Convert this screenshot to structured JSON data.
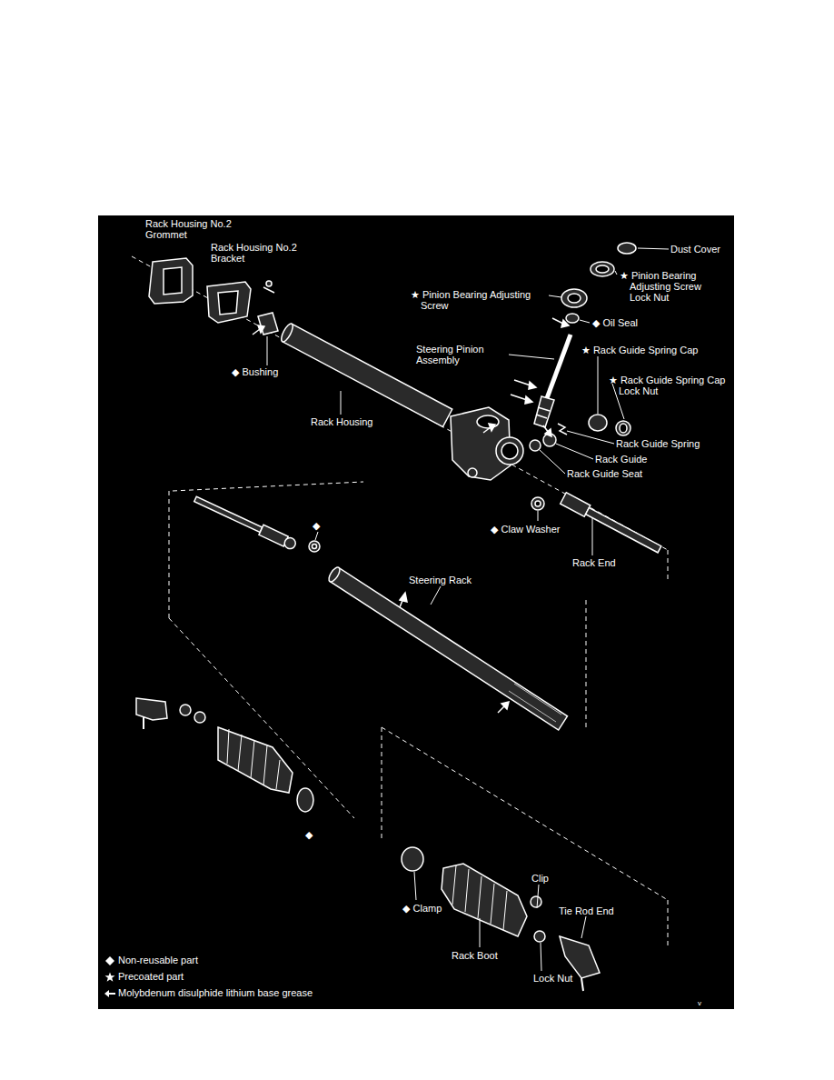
{
  "diagram": {
    "labels": [
      "Rack Housing No.2 Grommet",
      "Rack Housing No.2 Bracket",
      "Dust Cover",
      "★ Pinion Bearing Adjusting Screw Lock Nut",
      "★ Pinion Bearing Adjusting Screw",
      "◆ Oil Seal",
      "Steering Pinion Assembly",
      "★ Rack Guide Spring Cap",
      "★ Rack Guide Spring Cap Lock Nut",
      "◆ Bushing",
      "Rack Housing",
      "Rack Guide Spring",
      "Rack Guide",
      "Rack Guide Seat",
      "◆ Claw Washer",
      "Rack End",
      "◆",
      "Steering Rack",
      "◆",
      "Clip",
      "Tie Rod End",
      "◆ Clamp",
      "Rack Boot",
      "Lock Nut",
      "v"
    ],
    "legend": [
      {
        "text": "Non-reusable part"
      },
      {
        "text": "Precoated part"
      },
      {
        "text": "Molybdenum disulphide lithium base grease"
      }
    ]
  }
}
